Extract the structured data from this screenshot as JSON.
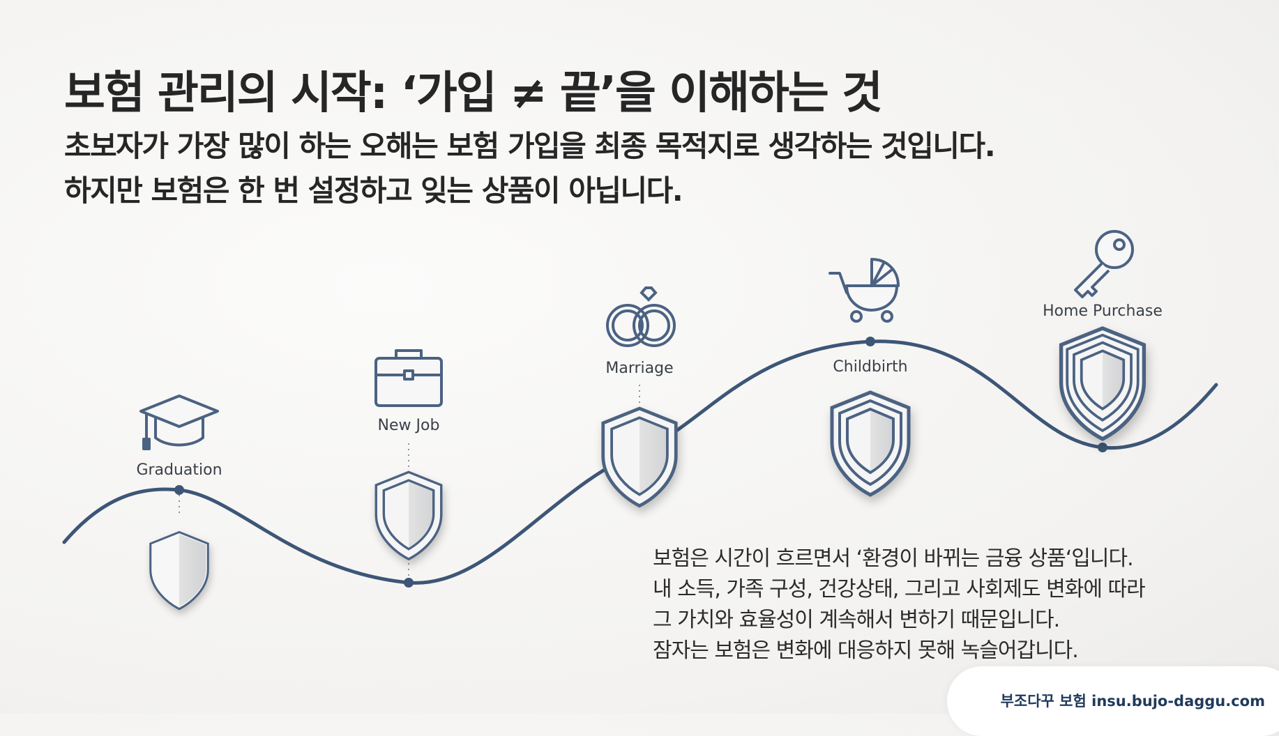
{
  "title": "보험 관리의 시작: ‘가입 ≠ 끝’을 이해하는 것",
  "subtitle": [
    "초보자가 가장 많이 하는 오해는 보험 가입을 최종 목적지로 생각하는 것입니다.",
    "하지만 보험은 한 번 설정하고 잊는 상품이 아닙니다."
  ],
  "milestones": [
    {
      "label": "Graduation",
      "icon": "graduation-cap-icon"
    },
    {
      "label": "New Job",
      "icon": "briefcase-icon"
    },
    {
      "label": "Marriage",
      "icon": "wedding-rings-icon"
    },
    {
      "label": "Childbirth",
      "icon": "baby-stroller-icon"
    },
    {
      "label": "Home Purchase",
      "icon": "house-key-icon"
    }
  ],
  "body": [
    "보험은 시간이 흐르면서 ‘환경이 바뀌는 금융 상품‘입니다.",
    "내 소득, 가족 구성, 건강상태, 그리고 사회제도 변화에 따라",
    "그 가치와 효율성이 계속해서 변하기 때문입니다.",
    "잠자는 보험은 변화에 대응하지 못해 녹슬어갑니다."
  ],
  "footer": "부조다꾸 보험 insu.bujo-daggu.com",
  "colors": {
    "curve": "#3d5677",
    "shield_outline": "#4b6282",
    "text": "#262626",
    "footer": "#1f3a5c"
  }
}
